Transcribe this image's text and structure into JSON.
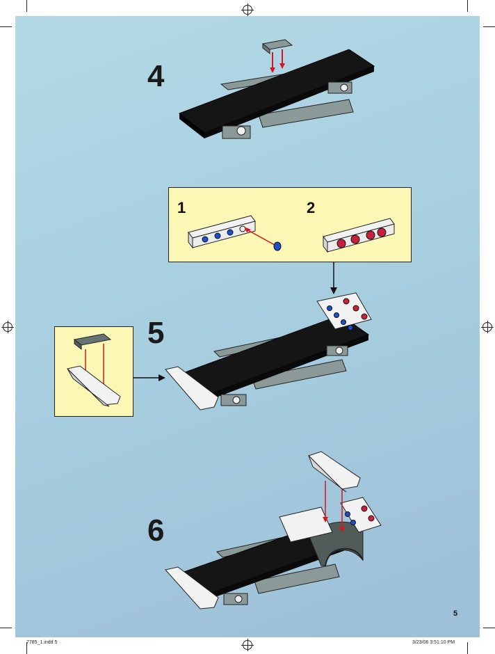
{
  "steps": {
    "s4": "4",
    "s5": "5",
    "s6": "6"
  },
  "callout_top": {
    "sub1": "1",
    "sub2": "2"
  },
  "page_number": "5",
  "slug": {
    "file": "7785_1.indd   5",
    "datetime": "3/23/06   3:51:10 PM"
  },
  "colors": {
    "background": "#a8cfe0",
    "callout": "#fbf8b6",
    "arrow_red": "#d8141c",
    "brick_black": "#151515",
    "brick_gray": "#8b9a98",
    "brick_white": "#f2f2f2",
    "tech_pin_blue": "#1c4fd0",
    "tech_pin_red": "#c8203c"
  }
}
